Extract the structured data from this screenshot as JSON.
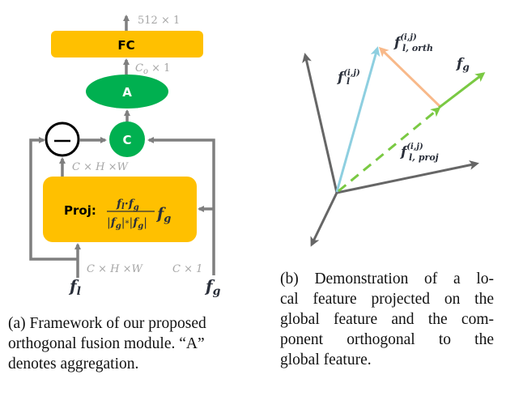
{
  "figure_a": {
    "fc_label": "FC",
    "aggregation_label": "A",
    "concat_label": "C",
    "subtract_symbol": "−",
    "proj_label": "Proj:",
    "formula": {
      "numerator": "f_l·f_g",
      "numerator_f1": "f",
      "numerator_s1": "l",
      "numerator_dot": "·",
      "numerator_f2": "f",
      "numerator_s2": "g",
      "denominator": "|f_g|*|f_g|",
      "den_bar1": "|",
      "den_f1": "f",
      "den_s1": "g",
      "den_bar2": "|",
      "den_star": "*",
      "den_bar3": "|",
      "den_f2": "f",
      "den_s2": "g",
      "den_bar4": "|",
      "tail_f": "f",
      "tail_s": "g"
    },
    "dims": {
      "output": "512 × 1",
      "agg_out_c": "C",
      "agg_out_sub": "o",
      "agg_out_rest": " × 1",
      "proj_out": "C × H ×W",
      "local_in": "C × H ×W",
      "global_in": "C × 1"
    },
    "inputs": {
      "local_f": "f",
      "local_sub": "l",
      "global_f": "f",
      "global_sub": "g"
    },
    "colors": {
      "box": "#ffc000",
      "node": "#00b050",
      "arrow": "#7f7f7f",
      "dim_text": "#a6a6a6"
    }
  },
  "figure_b": {
    "labels": {
      "fl_f": "f",
      "fl_sup": "(i,j)",
      "fl_sub": "l",
      "orth_f": "f",
      "orth_sup": "(i,j)",
      "orth_sub": "l, orth",
      "fg_f": "f",
      "fg_sub": "g",
      "proj_f": "f",
      "proj_sup": "(i,j)",
      "proj_sub": "l, proj"
    },
    "colors": {
      "axis": "#666666",
      "local": "#8ecfe0",
      "orth": "#f8b98a",
      "global": "#7ac943"
    }
  },
  "captions": {
    "a_lines": [
      "(a) Framework of our proposed",
      "orthogonal fusion module. “A”",
      "denotes aggregation."
    ],
    "b_lines": [
      [
        "(b)",
        "Demonstration",
        "of",
        "a",
        "lo-"
      ],
      [
        "cal",
        "feature",
        "projected",
        "on",
        "the"
      ],
      [
        "global",
        "feature",
        "and",
        "the",
        "com-"
      ],
      [
        "ponent",
        "orthogonal",
        "to",
        "the"
      ],
      "global feature."
    ]
  }
}
